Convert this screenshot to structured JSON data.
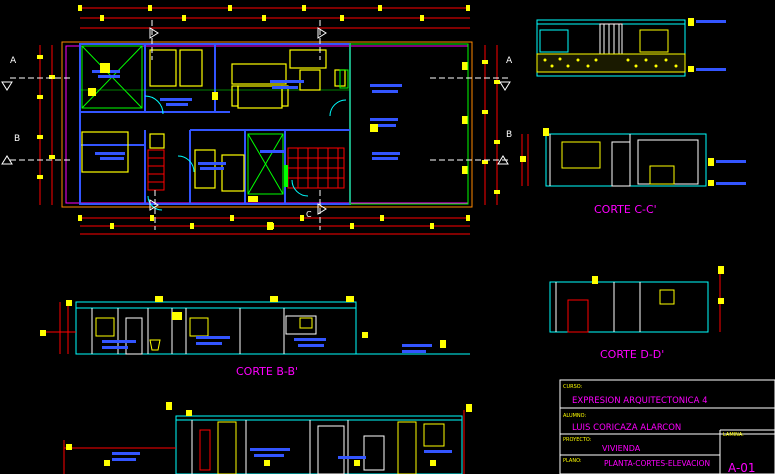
{
  "drawing": {
    "section_marks": {
      "a_left": "A",
      "a_right": "A",
      "b_left": "B",
      "b_right": "B",
      "c_mark": "C",
      "b_mark_small": "B"
    },
    "section_titles": {
      "cc": "CORTE C-C'",
      "dd": "CORTE D-D'",
      "bb": "CORTE B-B'"
    },
    "title_block": {
      "curso_label": "CURSO:",
      "curso_value": "EXPRESION ARQUITECTONICA 4",
      "alumno_label": "ALUMNO:",
      "alumno_value": "LUIS   CORICAZA  ALARCON",
      "proyecto_label": "PROYECTO:",
      "proyecto_value": "VIVIENDA",
      "plano_label": "PLANO:",
      "plano_value": "PLANTA-CORTES-ELEVACION",
      "lamina_label": "LAMINA:",
      "lamina_value": "A-01"
    }
  },
  "colors": {
    "background": "#000000",
    "walls": "#ffff00",
    "dimension": "#ff0000",
    "section_line": "#ffffff",
    "grid_green": "#00ff00",
    "cyan": "#00ffff",
    "blue_text": "#3355ff",
    "magenta": "#ff00ff",
    "orange": "#ff8800"
  }
}
